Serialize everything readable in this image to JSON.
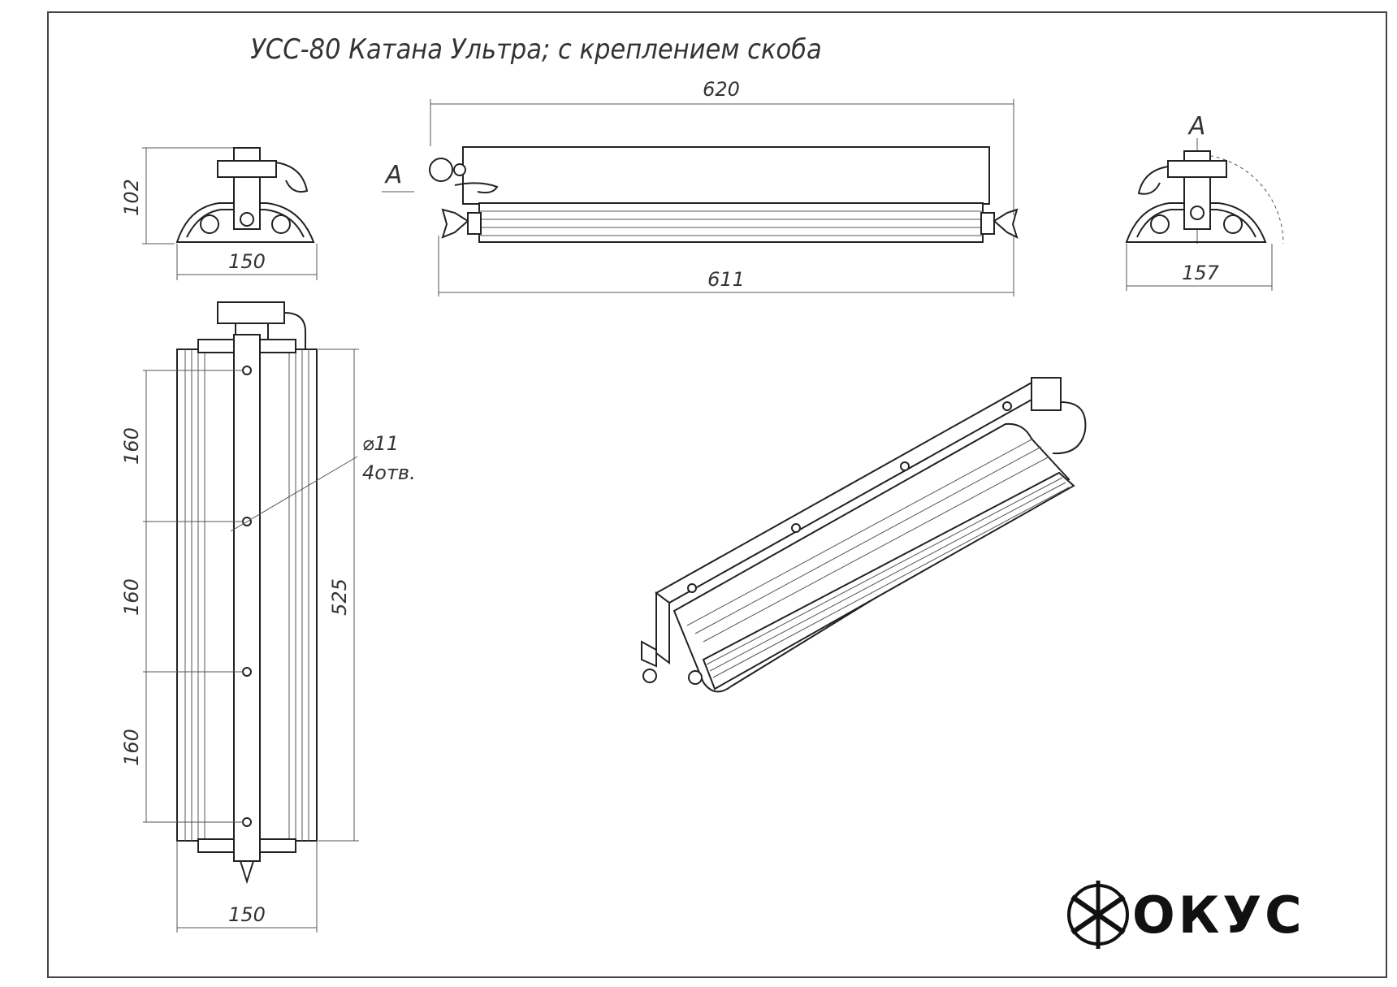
{
  "title": "УСС-80 Катана Ультра; с креплением скоба",
  "views": {
    "side_left": {
      "dim_height": "102",
      "dim_width": "150"
    },
    "front": {
      "dim_overall": "620",
      "dim_body": "611",
      "section_mark": "A"
    },
    "side_right": {
      "dim_width": "157",
      "section_mark": "A"
    },
    "top": {
      "dim_spacing_1": "160",
      "dim_spacing_2": "160",
      "dim_spacing_3": "160",
      "dim_length": "525",
      "dim_width": "150",
      "hole_diameter": "⌀11",
      "hole_count": "4отв."
    }
  },
  "logo": {
    "text": "ОКУС"
  },
  "colors": {
    "line": "#222222",
    "background": "#ffffff"
  }
}
